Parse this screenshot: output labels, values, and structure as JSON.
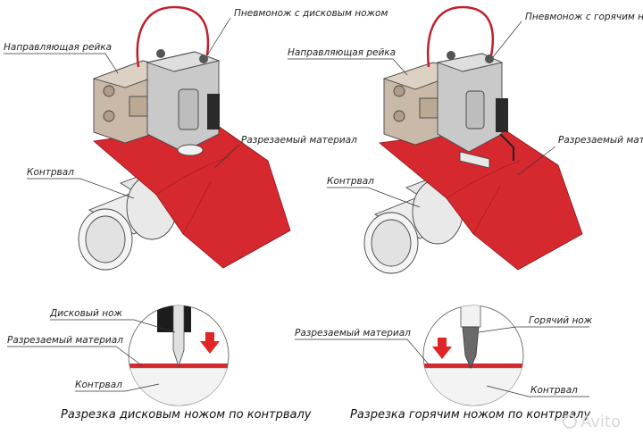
{
  "left_figure": {
    "labels": {
      "cutter": "Пневмонож с дисковым ножом",
      "guide_rail": "Направляющая рейка",
      "material": "Разрезаемый материал",
      "counter_roller": "Контрвал"
    }
  },
  "right_figure": {
    "labels": {
      "cutter": "Пневмонож с горячим ножом",
      "guide_rail": "Направляющая рейка",
      "material": "Разрезаемый материал",
      "counter_roller": "Контрвал"
    }
  },
  "left_detail": {
    "labels": {
      "knife": "Дисковый нож",
      "material": "Разрезаемый материал",
      "counter_roller": "Контрвал"
    },
    "caption": "Разрезка дисковым ножом по контрвалу"
  },
  "right_detail": {
    "labels": {
      "knife": "Горячий нож",
      "material": "Разрезаемый материал",
      "counter_roller": "Контрвал"
    },
    "caption": "Разрезка горячим ножом по контрвалу"
  },
  "watermark": "Avito",
  "colors": {
    "material_red": "#d6292f",
    "metal_grey": "#c9c9c9",
    "guide_block": "#c8b9a8",
    "cable_red": "#c0202a",
    "arrow_red": "#e02525"
  }
}
